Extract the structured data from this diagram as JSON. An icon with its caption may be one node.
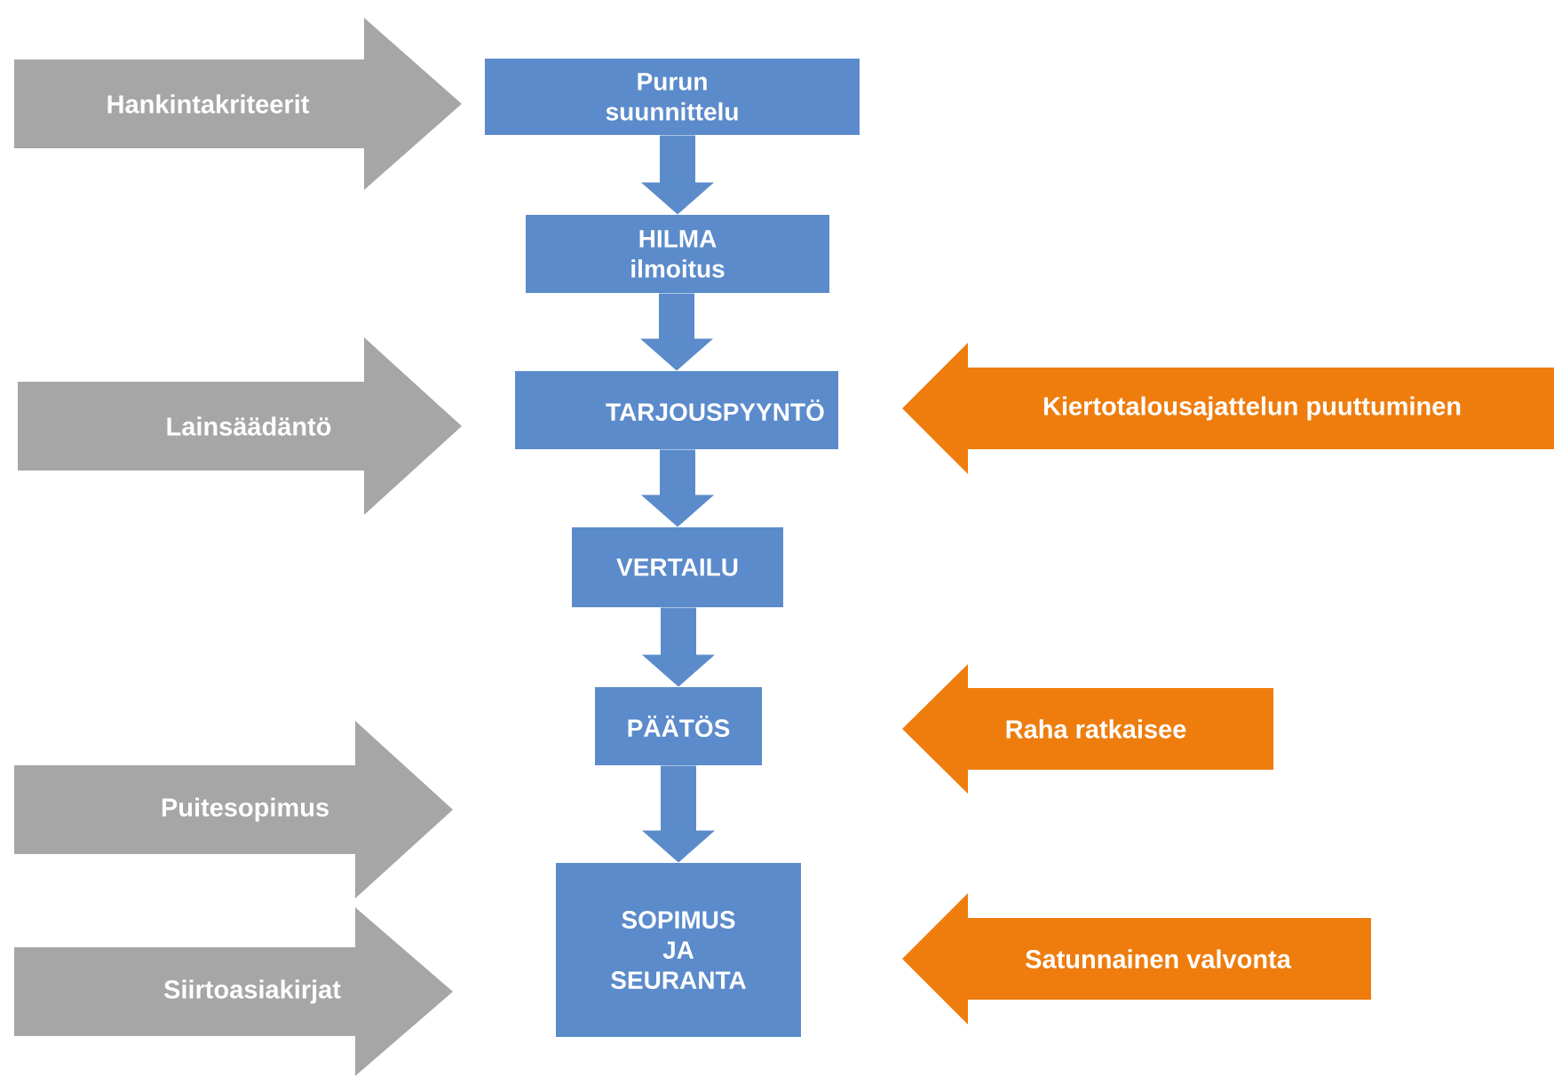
{
  "diagram": {
    "nodes": [
      {
        "text": [
          "Purun suunnittelu"
        ]
      },
      {
        "text": [
          "HILMA ilmoitus"
        ]
      },
      {
        "text": [
          "TARJOUSPYYNTÖ"
        ]
      },
      {
        "text": [
          "VERTAILU"
        ]
      },
      {
        "text": [
          "PÄÄTÖS"
        ]
      },
      {
        "text": [
          "SOPIMUS JA SEURANTA"
        ]
      },
      {
        "text": [
          "Hankintakriteerit"
        ]
      },
      {
        "text": [
          "Lainsäädäntö"
        ]
      },
      {
        "text": [
          "Puitesopimus"
        ]
      },
      {
        "text": [
          "Siirtoasiakirjat"
        ]
      },
      {
        "text": [
          "Kiertotalousajattelun puuttuminen"
        ]
      },
      {
        "text": [
          "Raha ratkaisee"
        ]
      },
      {
        "text": [
          "Satunnainen valvonta"
        ]
      }
    ],
    "edges": [
      {
        "from": 0,
        "to": 1,
        "arrow": "to"
      },
      {
        "from": 1,
        "to": 2,
        "arrow": "to"
      },
      {
        "from": 2,
        "to": 3,
        "arrow": "to"
      },
      {
        "from": 3,
        "to": 4,
        "arrow": "to"
      },
      {
        "from": 4,
        "to": 5,
        "arrow": "to"
      }
    ]
  }
}
